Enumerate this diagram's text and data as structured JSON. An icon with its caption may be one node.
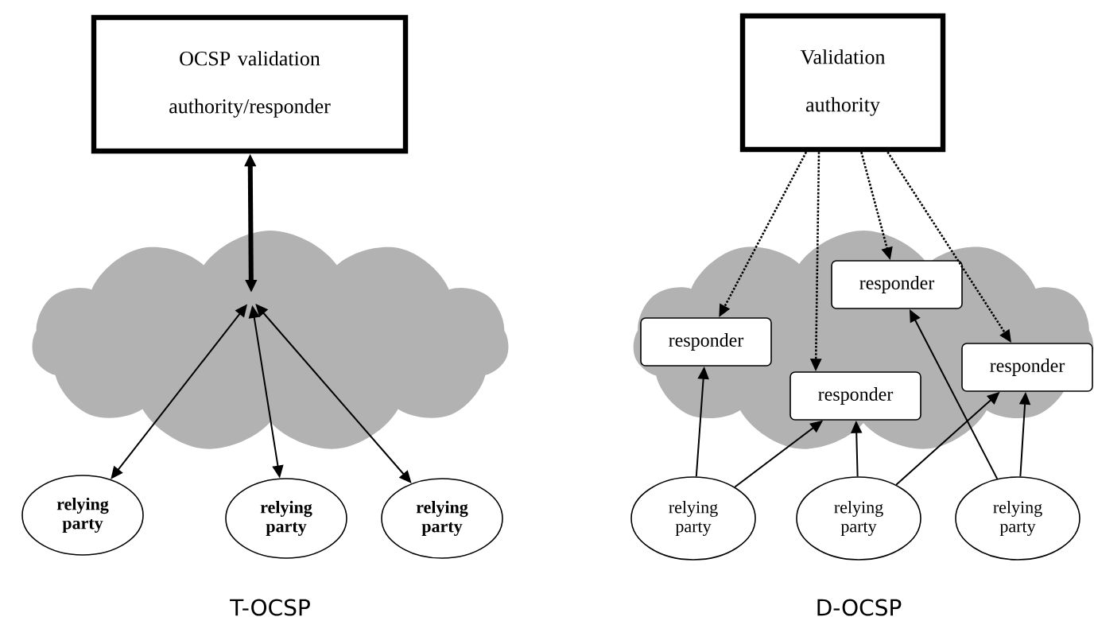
{
  "diagram": {
    "nodes": [
      {
        "text": [
          "OCSP validation authority/responder"
        ]
      },
      {
        "text": [],
        "shape": "cloud"
      },
      {
        "text": [
          "relying party"
        ]
      },
      {
        "text": [
          "relying party"
        ]
      },
      {
        "text": [
          "relying party"
        ]
      },
      {
        "text": [
          "Validation authority"
        ]
      },
      {
        "text": [],
        "shape": "cloud"
      },
      {
        "text": [
          "responder"
        ],
        "in": 6
      },
      {
        "text": [
          "responder"
        ],
        "in": 6
      },
      {
        "text": [
          "responder"
        ],
        "in": 6
      },
      {
        "text": [
          "responder"
        ],
        "in": 6
      },
      {
        "text": [
          "relying party"
        ]
      },
      {
        "text": [
          "relying party"
        ]
      },
      {
        "text": [
          "relying party"
        ]
      }
    ],
    "edges": [
      {
        "from": 0,
        "to": 1,
        "arrow": "both",
        "style": "thick"
      },
      {
        "from": 1,
        "to": 2,
        "arrow": "both"
      },
      {
        "from": 1,
        "to": 3,
        "arrow": "both"
      },
      {
        "from": 1,
        "to": 4,
        "arrow": "both"
      },
      {
        "from": 5,
        "to": 7,
        "arrow": "to",
        "style": "dashed"
      },
      {
        "from": 5,
        "to": 8,
        "arrow": "to",
        "style": "dashed"
      },
      {
        "from": 5,
        "to": 9,
        "arrow": "to",
        "style": "dashed"
      },
      {
        "from": 5,
        "to": 10,
        "arrow": "to",
        "style": "dashed"
      },
      {
        "from": 11,
        "to": 7,
        "arrow": "to"
      },
      {
        "from": 11,
        "to": 8,
        "arrow": "to"
      },
      {
        "from": 12,
        "to": 8,
        "arrow": "to"
      },
      {
        "from": 12,
        "to": 10,
        "arrow": "to"
      },
      {
        "from": 13,
        "to": 9,
        "arrow": "to"
      },
      {
        "from": 13,
        "to": 10,
        "arrow": "to"
      }
    ],
    "labels": [
      "T-OCSP",
      "D-OCSP"
    ]
  }
}
